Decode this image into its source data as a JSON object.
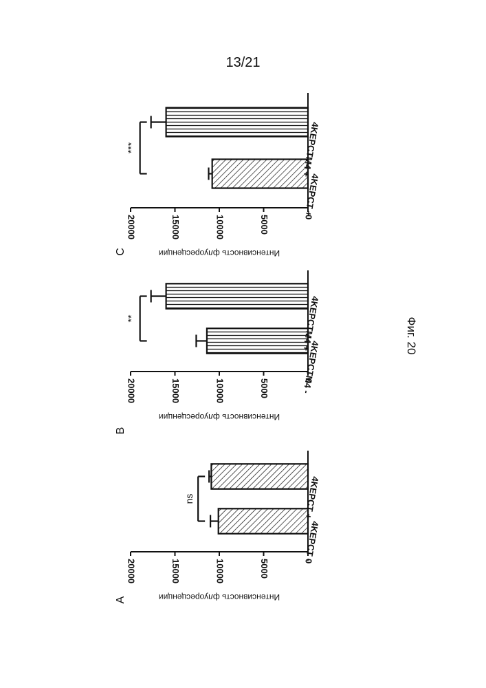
{
  "page": {
    "number": "13/21",
    "figure_caption": "Фиг. 20"
  },
  "colors": {
    "ink": "#111111",
    "background": "#ffffff"
  },
  "chart_data": [
    {
      "panel": "A",
      "type": "bar",
      "orientation": "rotated-90-clockwise",
      "ylabel": "Интенсивность флуоресценции",
      "ylim": [
        0,
        20000
      ],
      "yticks": [
        "20000",
        "15000",
        "10000",
        "5000",
        "0"
      ],
      "categories": [
        "4KEPCT -",
        "4KEPCT +"
      ],
      "values": [
        10100,
        10900
      ],
      "errors": [
        900,
        250
      ],
      "hatch": [
        "diagonal",
        "diagonal"
      ],
      "significance": "ns"
    },
    {
      "panel": "B",
      "type": "bar",
      "orientation": "rotated-90-clockwise",
      "ylabel": "Интенсивность флуоресценции",
      "ylim": [
        0,
        20000
      ],
      "yticks": [
        "20000",
        "15000",
        "10000",
        "5000",
        "0"
      ],
      "categories": [
        "4KEPCTM4 -",
        "4KEPCTM4 +"
      ],
      "values": [
        11400,
        16000
      ],
      "errors": [
        1200,
        1700
      ],
      "hatch": [
        "horizontal",
        "horizontal"
      ],
      "significance": "**"
    },
    {
      "panel": "C",
      "type": "bar",
      "orientation": "rotated-90-clockwise",
      "ylabel": "Интенсивность флуоресценции",
      "ylim": [
        0,
        20000
      ],
      "yticks": [
        "20000",
        "15000",
        "10000",
        "5000",
        "0"
      ],
      "categories": [
        "4KEPCT +",
        "4KEPCTM4 +"
      ],
      "values": [
        10800,
        16000
      ],
      "errors": [
        400,
        1700
      ],
      "hatch": [
        "diagonal",
        "horizontal"
      ],
      "significance": "***"
    }
  ]
}
